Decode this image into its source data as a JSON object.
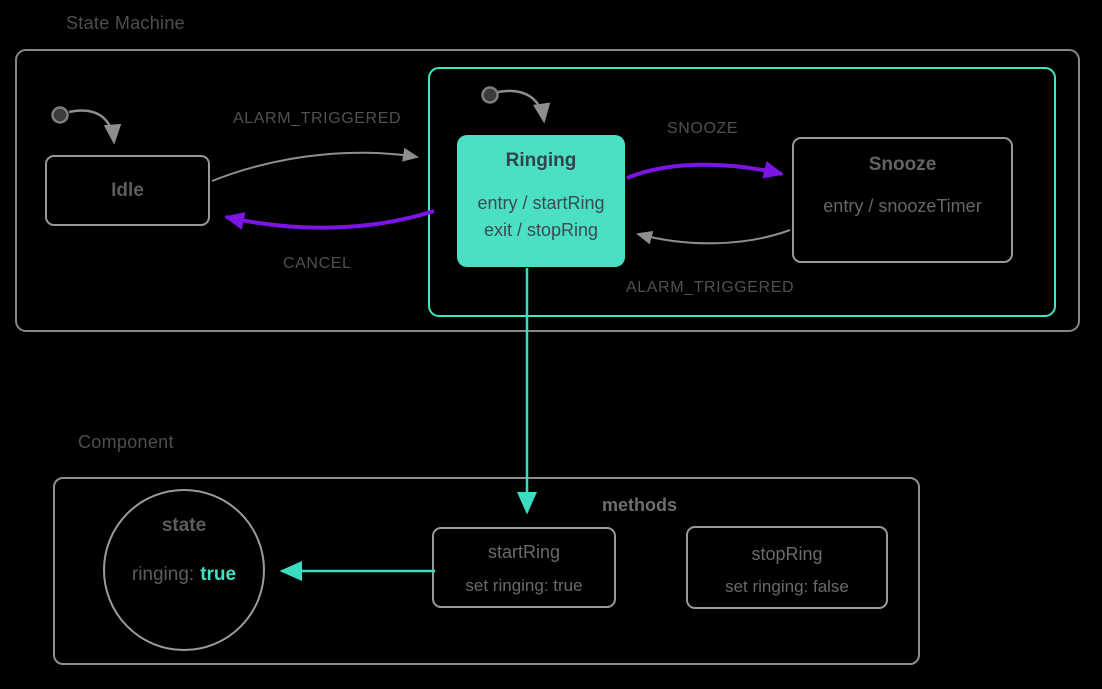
{
  "diagram": {
    "state_machine": {
      "title": "State Machine",
      "states": {
        "idle": {
          "name": "Idle"
        },
        "ringing": {
          "name": "Ringing",
          "entry_action": "entry / startRing",
          "exit_action": "exit / stopRing"
        },
        "snooze": {
          "name": "Snooze",
          "entry_action": "entry / snoozeTimer"
        }
      },
      "events": {
        "alarm_triggered_to_ringing": "ALARM_TRIGGERED",
        "cancel": "CANCEL",
        "snooze": "SNOOZE",
        "alarm_triggered_from_snooze": "ALARM_TRIGGERED"
      }
    },
    "component": {
      "title": "Component",
      "state_circle": {
        "title": "state",
        "property_label": "ringing:",
        "property_value": "true"
      },
      "methods_label": "methods",
      "methods": {
        "start_ring": {
          "name": "startRing",
          "body": "set ringing: true"
        },
        "stop_ring": {
          "name": "stopRing",
          "body": "set ringing: false"
        }
      }
    },
    "colors": {
      "background": "#000000",
      "teal_border": "#3ee6c4",
      "teal_fill": "#4bdfc3",
      "teal_arrow": "#3cdcc3",
      "teal_value_text": "#3ee3c2",
      "purple_arrow": "#7d14e6",
      "gray_border": "#8e8e8e",
      "gray_label_text": "#505050"
    }
  }
}
